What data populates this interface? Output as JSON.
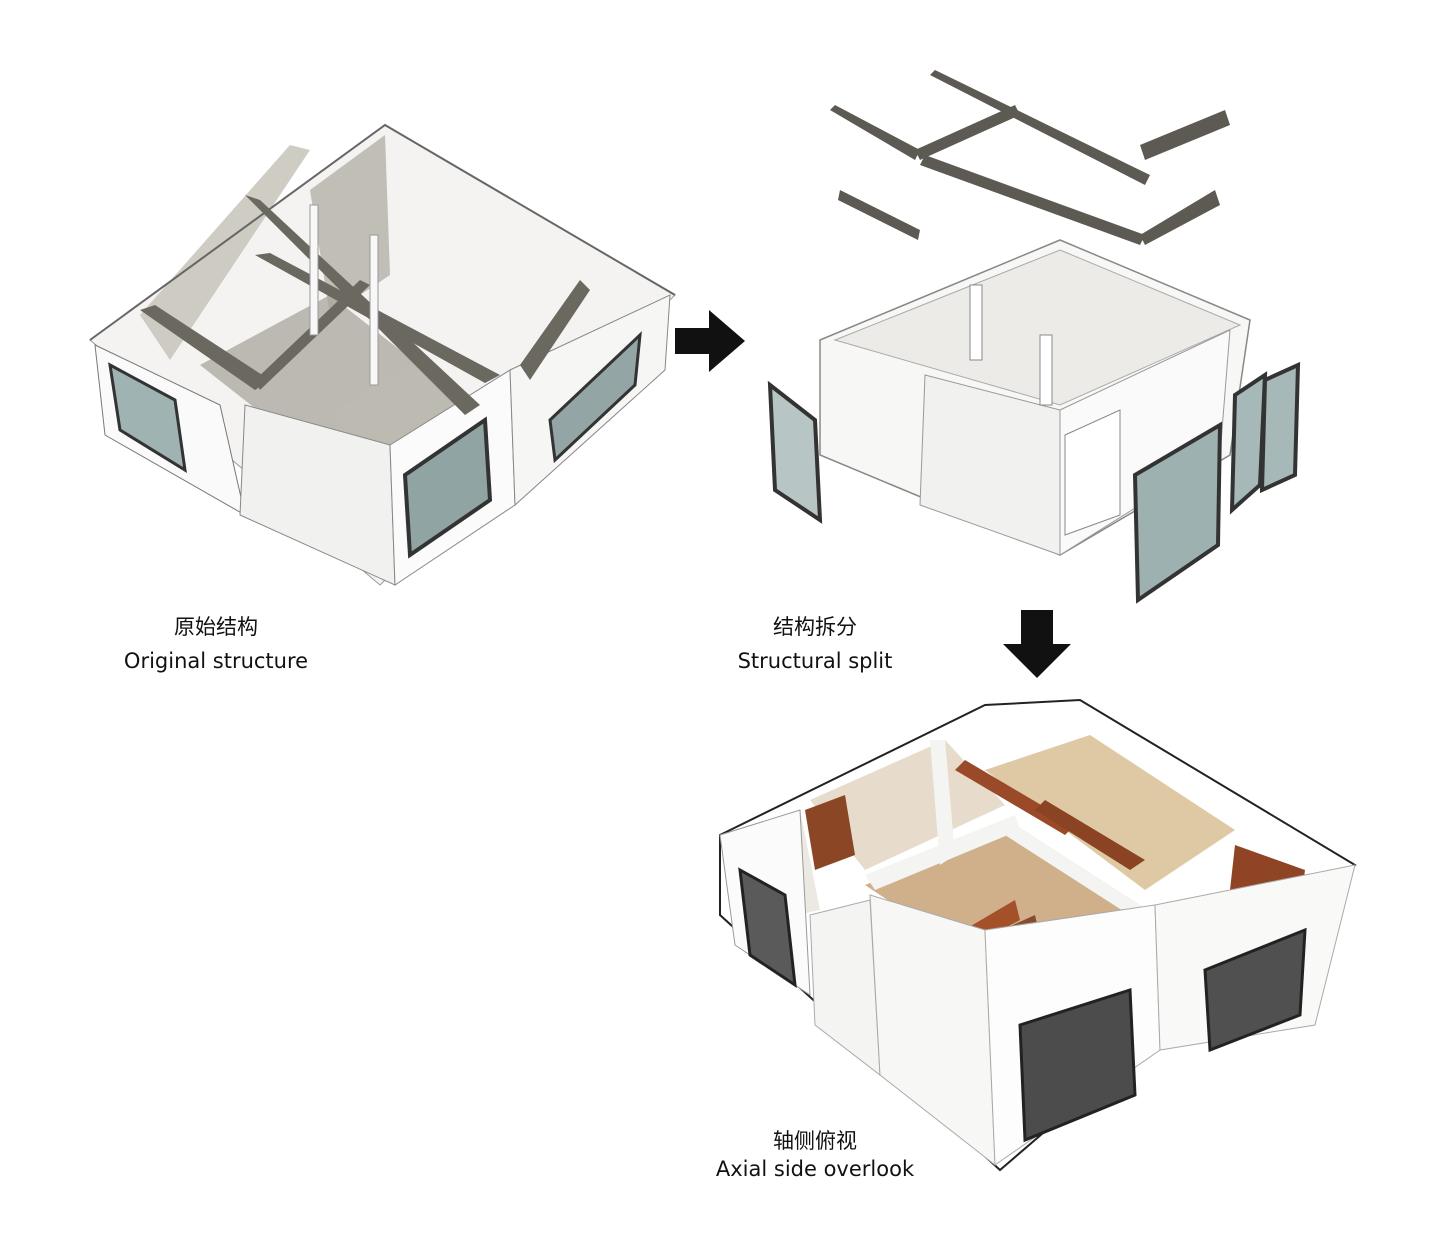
{
  "panels": [
    {
      "zh": "原始结构",
      "en": "Original structure"
    },
    {
      "zh": "结构拆分",
      "en": "Structural split"
    },
    {
      "zh": "轴侧俯视",
      "en": "Axial side overlook"
    }
  ],
  "arrows": [
    "right-arrow",
    "down-arrow"
  ]
}
